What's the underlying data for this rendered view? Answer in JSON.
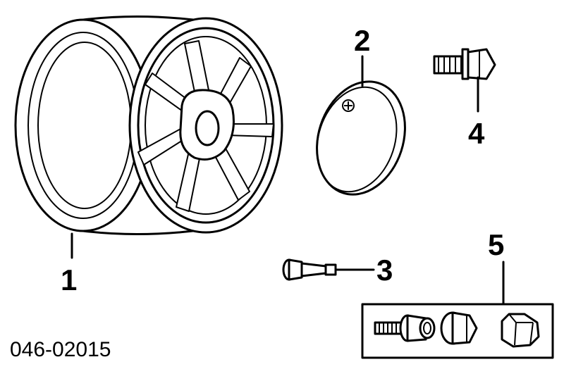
{
  "diagram": {
    "part_number": "046-02015",
    "callouts": [
      {
        "id": "1",
        "label": "1",
        "part": "wheel"
      },
      {
        "id": "2",
        "label": "2",
        "part": "center-cap"
      },
      {
        "id": "3",
        "label": "3",
        "part": "valve-stem"
      },
      {
        "id": "4",
        "label": "4",
        "part": "wheel-bolt"
      },
      {
        "id": "5",
        "label": "5",
        "part": "lock-bolt-set"
      }
    ],
    "colors": {
      "ink": "#000000",
      "paper": "#ffffff"
    },
    "icons": [
      "wheel-icon",
      "center-cap-icon",
      "valve-stem-icon",
      "wheel-bolt-icon",
      "lock-bolt-icon",
      "lock-nut-icon",
      "lock-key-icon"
    ]
  }
}
